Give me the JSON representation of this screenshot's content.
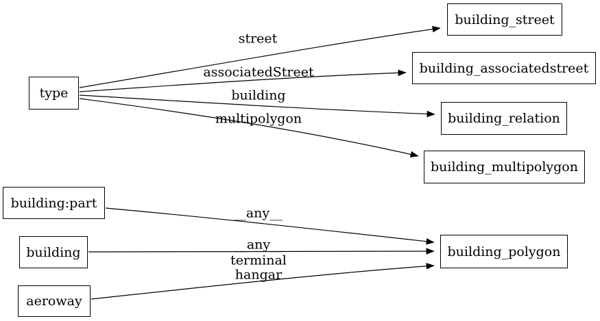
{
  "diagram": {
    "type": "directed-graph",
    "background_color": "#ffffff",
    "stroke_color": "#000000",
    "nodes": [
      {
        "id": "type",
        "label": "type"
      },
      {
        "id": "building_street",
        "label": "building_street"
      },
      {
        "id": "building_associatedstreet",
        "label": "building_associatedstreet"
      },
      {
        "id": "building_relation",
        "label": "building_relation"
      },
      {
        "id": "building_multipolygon",
        "label": "building_multipolygon"
      },
      {
        "id": "building_part",
        "label": "building:part"
      },
      {
        "id": "building",
        "label": "building"
      },
      {
        "id": "aeroway",
        "label": "aeroway"
      },
      {
        "id": "building_polygon",
        "label": "building_polygon"
      }
    ],
    "edges": [
      {
        "from": "type",
        "to": "building_street",
        "label": "street"
      },
      {
        "from": "type",
        "to": "building_associatedstreet",
        "label": "associatedStreet"
      },
      {
        "from": "type",
        "to": "building_relation",
        "label": "building"
      },
      {
        "from": "type",
        "to": "building_multipolygon",
        "label": "multipolygon"
      },
      {
        "from": "building:part",
        "to": "building_polygon",
        "label": "__any__"
      },
      {
        "from": "building",
        "to": "building_polygon",
        "label": "__any__"
      },
      {
        "from": "aeroway",
        "to": "building_polygon",
        "label": "terminal\nhangar"
      }
    ]
  }
}
